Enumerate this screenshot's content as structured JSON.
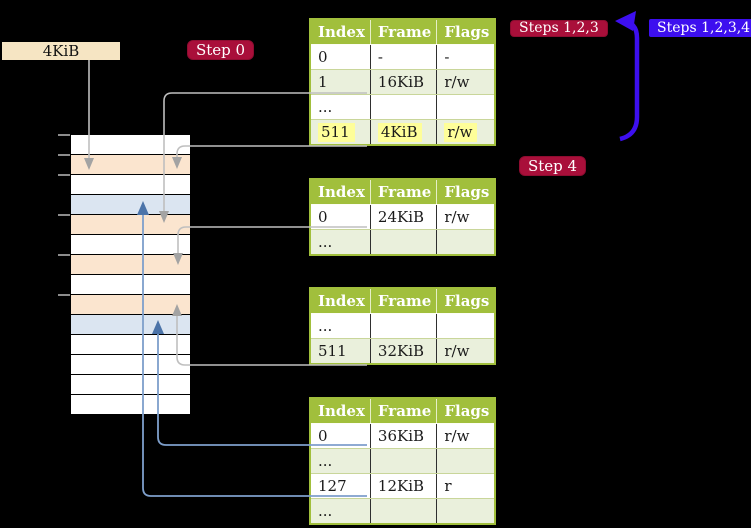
{
  "frame_size_label": "4KiB",
  "badges": {
    "step0": "Step 0",
    "steps123": "Steps 1,2,3",
    "steps1234": "Steps 1,2,3,4",
    "step4": "Step 4"
  },
  "memory_stack": {
    "description": "physical memory regions, one row = 4KiB frame",
    "rows": [
      "white",
      "peach",
      "white",
      "blue",
      "peach",
      "white",
      "peach",
      "white",
      "peach",
      "blue",
      "white",
      "white",
      "white",
      "white"
    ],
    "tick_row_indices": [
      0,
      1,
      2,
      4,
      6,
      8
    ]
  },
  "tables": [
    {
      "name": "page-table-1",
      "headers": [
        "Index",
        "Frame",
        "Flags"
      ],
      "rows": [
        {
          "cells": [
            "0",
            "-",
            "-"
          ],
          "shaded": false,
          "highlighted": false
        },
        {
          "cells": [
            "1",
            "16KiB",
            "r/w"
          ],
          "shaded": true,
          "highlighted": false
        },
        {
          "cells": [
            "...",
            "",
            ""
          ],
          "shaded": false,
          "highlighted": false
        },
        {
          "cells": [
            "511",
            "4KiB",
            "r/w"
          ],
          "shaded": true,
          "highlighted": true
        }
      ]
    },
    {
      "name": "page-table-2",
      "headers": [
        "Index",
        "Frame",
        "Flags"
      ],
      "rows": [
        {
          "cells": [
            "0",
            "24KiB",
            "r/w"
          ],
          "shaded": false,
          "highlighted": false
        },
        {
          "cells": [
            "...",
            "",
            ""
          ],
          "shaded": true,
          "highlighted": false
        }
      ]
    },
    {
      "name": "page-table-3",
      "headers": [
        "Index",
        "Frame",
        "Flags"
      ],
      "rows": [
        {
          "cells": [
            "...",
            "",
            ""
          ],
          "shaded": false,
          "highlighted": false
        },
        {
          "cells": [
            "511",
            "32KiB",
            "r/w"
          ],
          "shaded": true,
          "highlighted": false
        }
      ]
    },
    {
      "name": "page-table-4",
      "headers": [
        "Index",
        "Frame",
        "Flags"
      ],
      "rows": [
        {
          "cells": [
            "0",
            "36KiB",
            "r/w"
          ],
          "shaded": false,
          "highlighted": false
        },
        {
          "cells": [
            "...",
            "",
            ""
          ],
          "shaded": true,
          "highlighted": false
        },
        {
          "cells": [
            "127",
            "12KiB",
            "r"
          ],
          "shaded": false,
          "highlighted": false
        },
        {
          "cells": [
            "...",
            "",
            ""
          ],
          "shaded": true,
          "highlighted": false
        }
      ]
    }
  ],
  "connectors": [
    {
      "from": "frame-size-label",
      "to": "memory-row-1",
      "style": "gray"
    },
    {
      "from": "page-table-1 row 1 (16KiB)",
      "to": "memory-row-4",
      "style": "gray"
    },
    {
      "from": "page-table-1 row 511 (4KiB)",
      "to": "memory-row-1",
      "style": "gray"
    },
    {
      "from": "page-table-2 row 0 (24KiB)",
      "to": "memory-row-6",
      "style": "gray"
    },
    {
      "from": "page-table-3 row 511 (32KiB)",
      "to": "memory-row-8",
      "style": "gray"
    },
    {
      "from": "page-table-4 row 0 (36KiB)",
      "to": "memory-row-9",
      "style": "steel-blue"
    },
    {
      "from": "page-table-4 row 127 (12KiB)",
      "to": "memory-row-3",
      "style": "steel-blue"
    },
    {
      "from": "page-table-1 row 511",
      "to": "page-table-1 (recursive loop)",
      "style": "thick-blue"
    }
  ],
  "colors": {
    "background": "#000000",
    "table_header_green": "#A1BF3C",
    "row_shade_green": "#EAF0DC",
    "highlight_yellow": "#FEFE99",
    "memory_peach": "#FBE5CF",
    "memory_blue": "#DBE5F1",
    "badge_red": "#A90F3A",
    "badge_blue": "#3D0FEF",
    "connector_gray": "#BFBFBF",
    "connector_steel_blue": "#7E9FCB",
    "label_beige": "#F6E5C3"
  }
}
